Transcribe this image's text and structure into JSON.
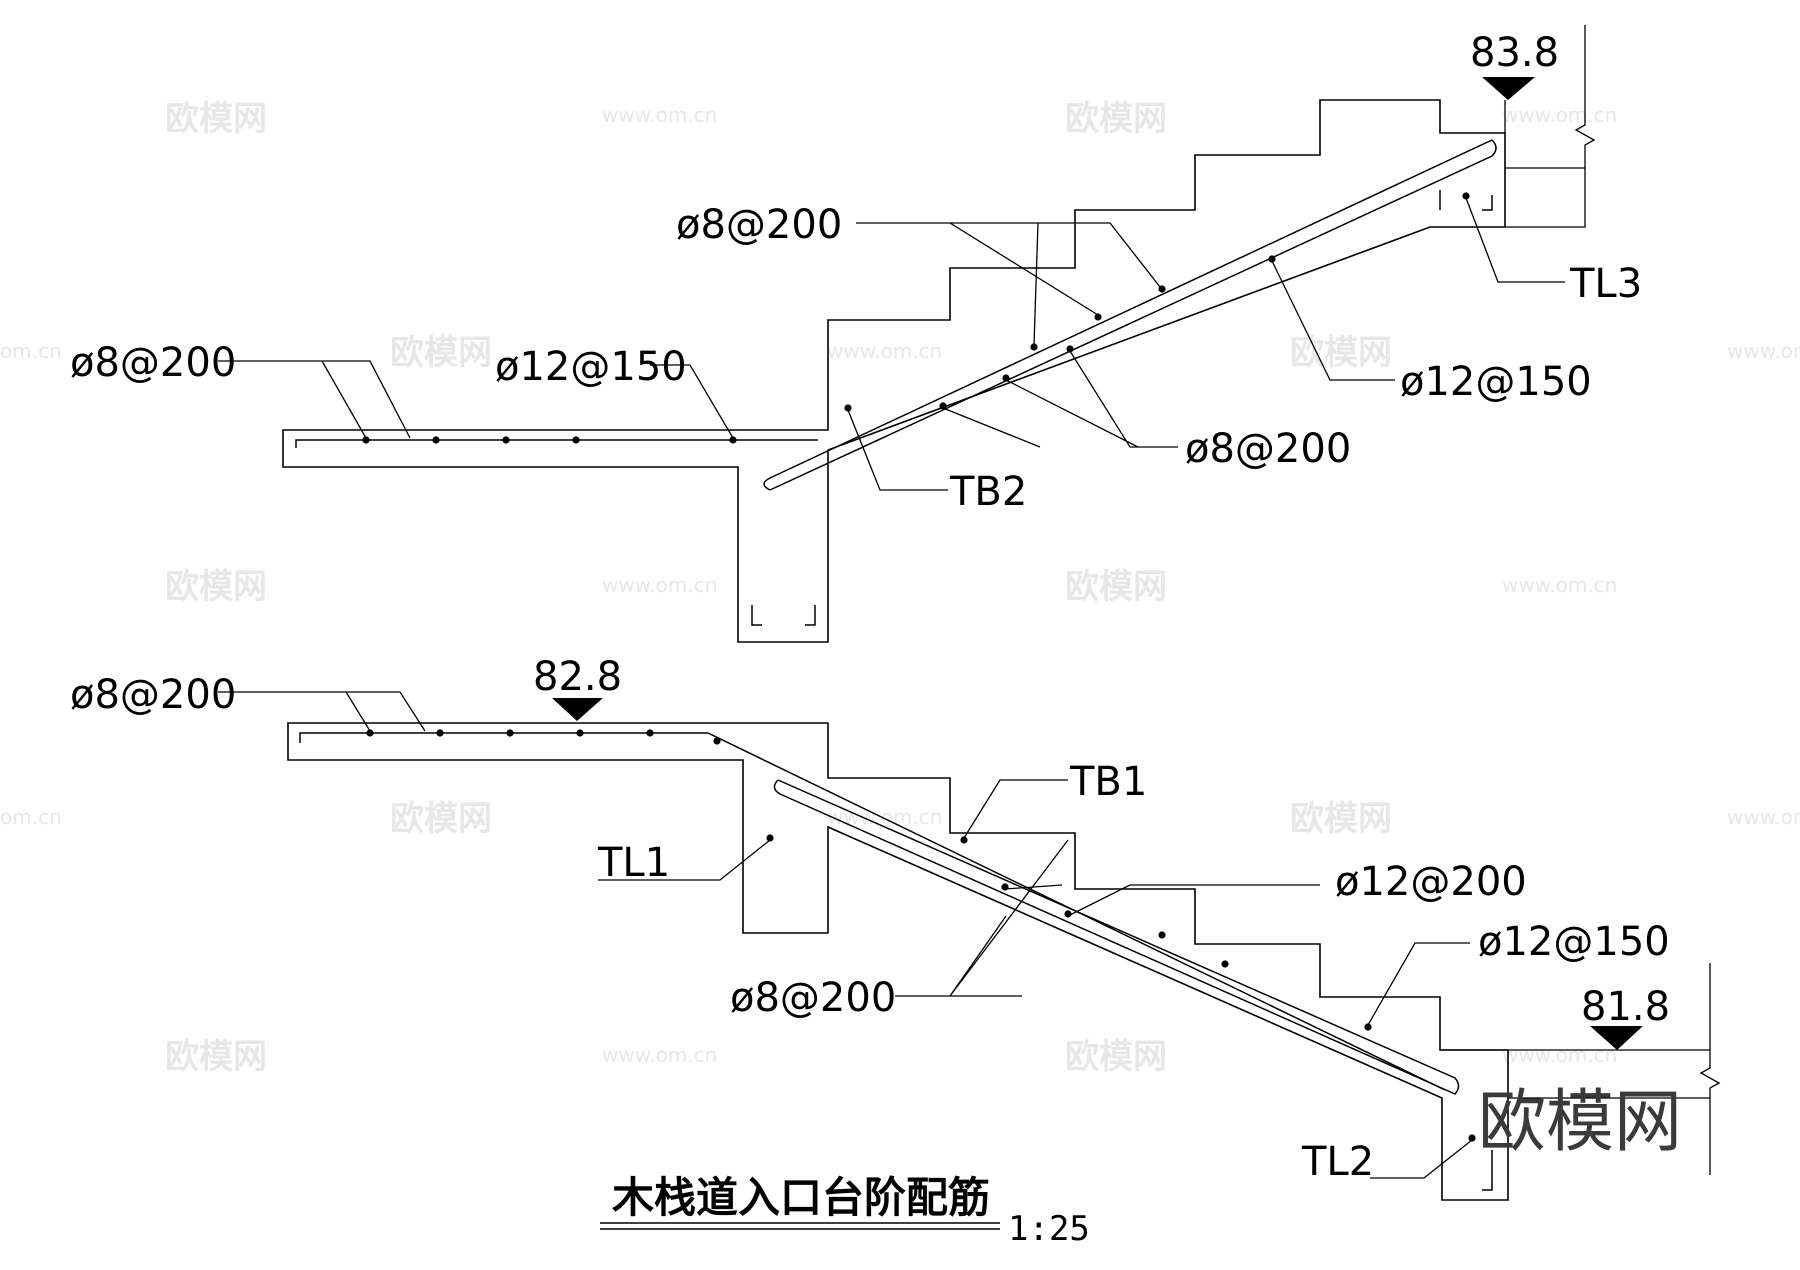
{
  "drawing": {
    "title": "木栈道入口台阶配筋",
    "scale": "1:25",
    "logo": "欧模网"
  },
  "watermark": {
    "text": "欧模网",
    "url": "www.om.cn",
    "url_partial": "om.cn"
  },
  "upper_flight": {
    "elevation": "83.8",
    "labels": {
      "landing_rebar": "ø8@200",
      "landing_main": "ø12@150",
      "stair_top": "ø8@200",
      "stair_main": "ø12@150",
      "stair_bottom": "ø8@200",
      "slab": "TB2",
      "beam": "TL3"
    }
  },
  "lower_flight": {
    "elevation_top": "82.8",
    "elevation_bottom": "81.8",
    "labels": {
      "landing_rebar": "ø8@200",
      "slab": "TB1",
      "beam_top": "TL1",
      "stair_rebar": "ø12@200",
      "stair_main": "ø12@150",
      "stair_bottom": "ø8@200",
      "beam_bottom": "TL2"
    }
  }
}
